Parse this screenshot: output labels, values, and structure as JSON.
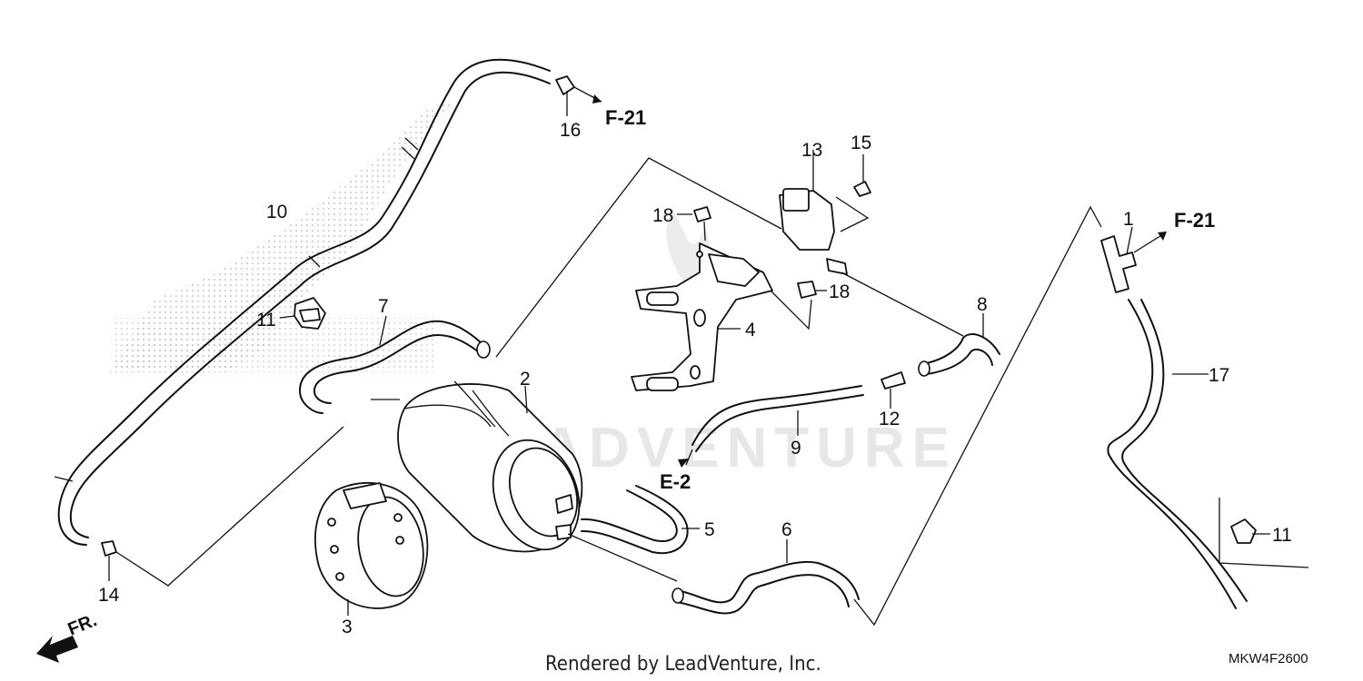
{
  "callouts": [
    "1",
    "2",
    "3",
    "4",
    "5",
    "6",
    "7",
    "8",
    "9",
    "10",
    "11",
    "11",
    "12",
    "13",
    "14",
    "15",
    "16",
    "17",
    "18",
    "18"
  ],
  "refs": {
    "f21_top": "F-21",
    "f21_right": "F-21",
    "e2": "E-2"
  },
  "direction_label": "FR.",
  "credit": "Rendered by LeadVenture, Inc.",
  "diagram_code": "MKW4F2600",
  "watermark": "LEADVENTURE"
}
